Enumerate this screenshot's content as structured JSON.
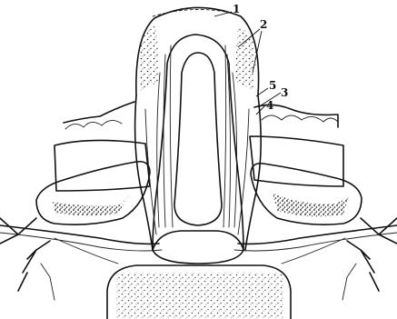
{
  "figure": {
    "labels": [
      "1",
      "2",
      "5",
      "3",
      "4"
    ]
  }
}
